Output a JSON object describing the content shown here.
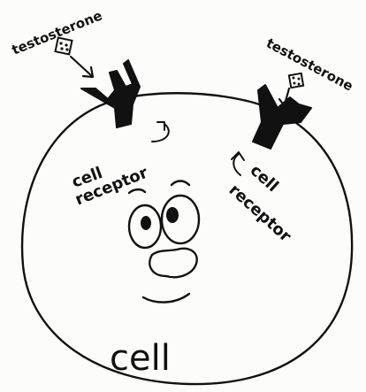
{
  "labels": {
    "testosterone_left": "testosterone",
    "testosterone_right": "testosterone",
    "receptor_left_line1": "cell",
    "receptor_left_line2": "receptor",
    "receptor_right_line1": "cell",
    "receptor_right_line2": "receptor",
    "cell_label": "cell"
  },
  "colors": {
    "ink": "#111111",
    "paper": "#fcfcfb"
  }
}
